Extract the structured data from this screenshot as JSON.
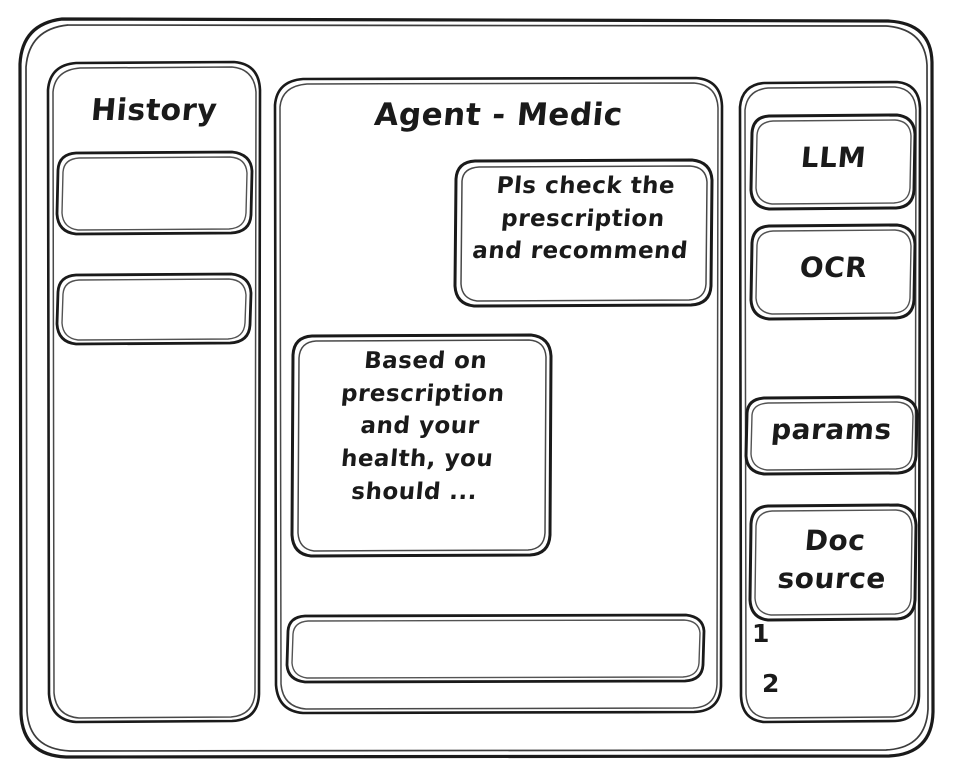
{
  "window": {
    "style": "hand-drawn wireframe sketch",
    "ink_color": "#1a1a1a",
    "background_color": "#ffffff"
  },
  "sidebar_left": {
    "title": "History",
    "items": [
      {
        "label": "",
        "name": "history-item-1"
      },
      {
        "label": "",
        "name": "history-item-2"
      }
    ]
  },
  "main": {
    "title": "Agent - Medic",
    "messages": [
      {
        "role": "user",
        "text": "Pls check the\nprescription\nand recommend",
        "align": "right"
      },
      {
        "role": "assistant",
        "text": "Based on\nprescription\nand your\nhealth, you\nshould ...",
        "align": "left"
      }
    ],
    "composer": {
      "value": "",
      "placeholder": ""
    }
  },
  "sidebar_right": {
    "tools": [
      {
        "label": "LLM",
        "name": "llm"
      },
      {
        "label": "OCR",
        "name": "ocr"
      },
      {
        "label": "params",
        "name": "params"
      },
      {
        "label": "Doc\nsource",
        "name": "doc-source"
      }
    ],
    "sources": [
      {
        "label": "1"
      },
      {
        "label": "2"
      }
    ]
  }
}
